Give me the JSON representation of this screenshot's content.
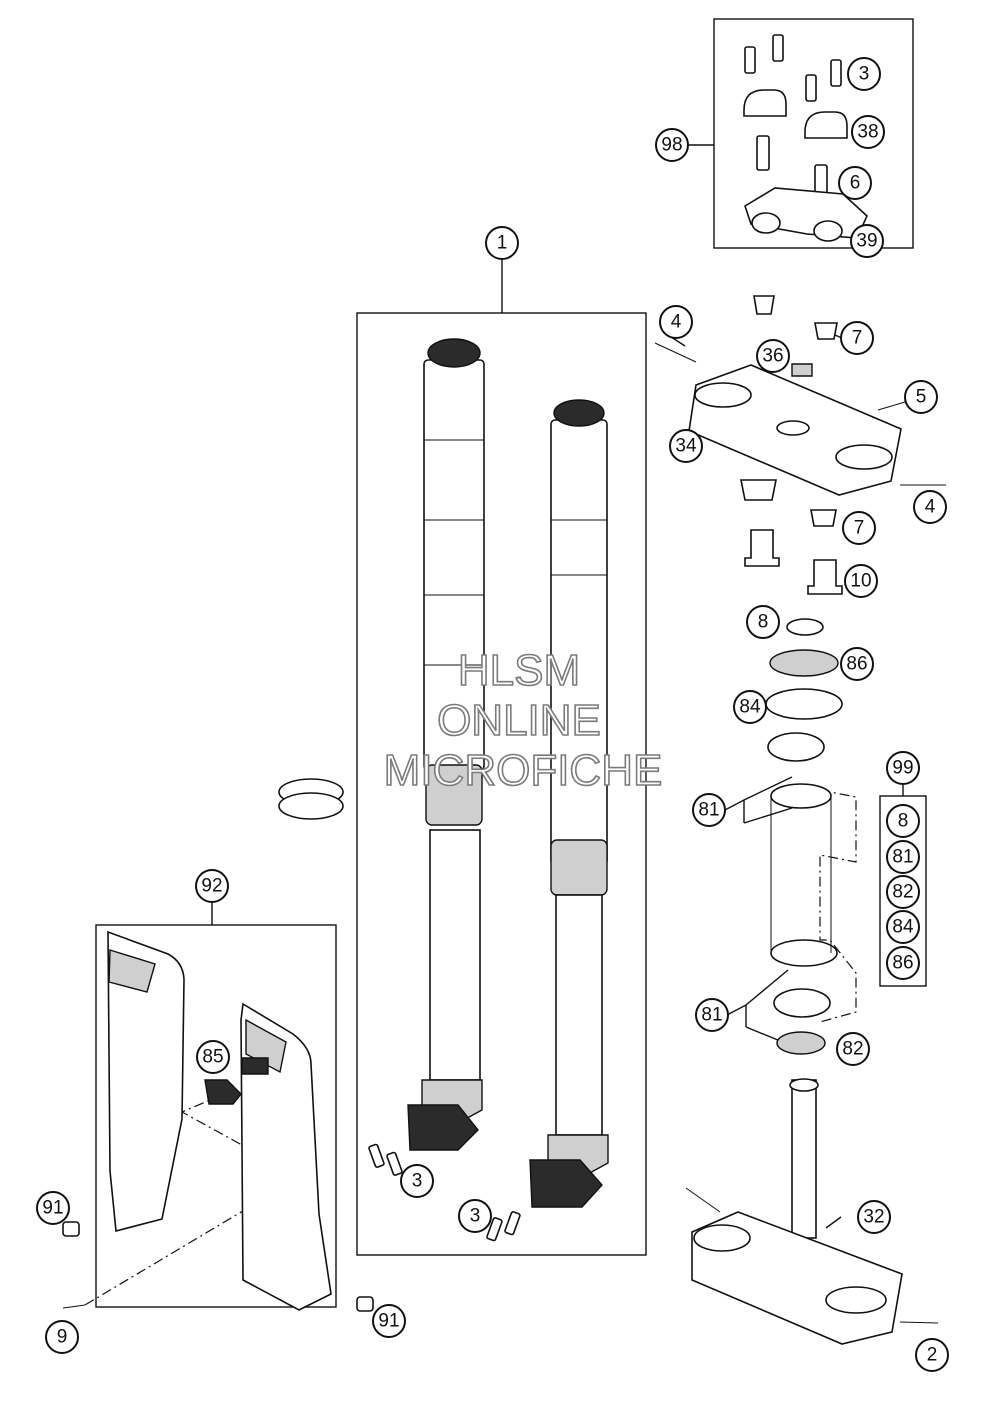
{
  "watermark": {
    "line1": "HLSM",
    "line2": "ONLINE",
    "line3": "MICROFICHE"
  },
  "callouts": {
    "c98": "98",
    "c3a": "3",
    "c38": "38",
    "c6": "6",
    "c39": "39",
    "c1": "1",
    "c4a": "4",
    "c7a": "7",
    "c36": "36",
    "c5": "5",
    "c34": "34",
    "c4b": "4",
    "c7b": "7",
    "c10": "10",
    "c8a": "8",
    "c86a": "86",
    "c84a": "84",
    "c99": "99",
    "c81a": "81",
    "c8b": "8",
    "c81b": "81",
    "c82a": "82",
    "c84b": "84",
    "c86b": "86",
    "c81c": "81",
    "c82b": "82",
    "c92": "92",
    "c85": "85",
    "c3b": "3",
    "c3c": "3",
    "c91a": "91",
    "c91b": "91",
    "c9": "9",
    "c32": "32",
    "c2": "2"
  }
}
